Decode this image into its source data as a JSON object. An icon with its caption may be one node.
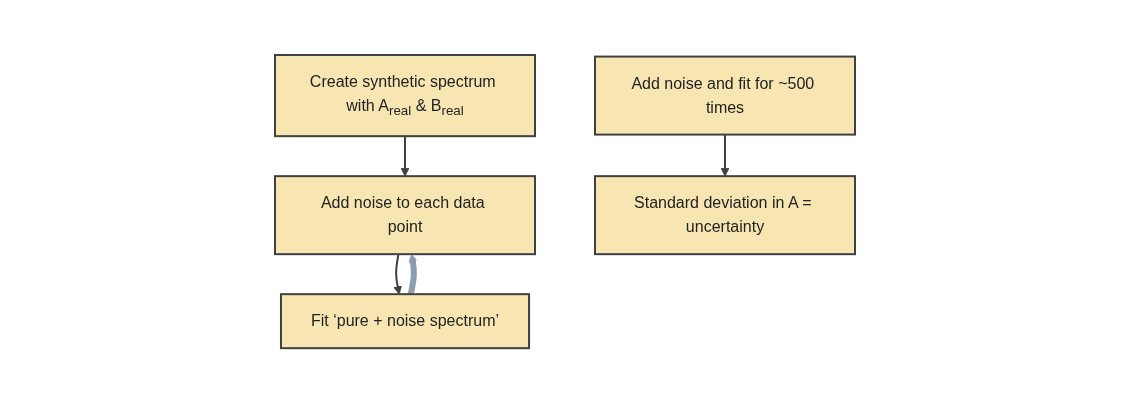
{
  "diagram": {
    "nodes": [
      {
        "text": [
          "Create synthetic spectrum with A$_{real}$ & B$_{real}$"
        ]
      },
      {
        "text": [
          "Add noise to each data point"
        ]
      },
      {
        "text": [
          "Fit ‘pure + noise spectrum’"
        ]
      },
      {
        "text": [
          "Add noise and fit for ~500 times"
        ]
      },
      {
        "text": [
          "Standard deviation in A = uncertainty"
        ]
      }
    ],
    "edges": [
      {
        "from": 0,
        "to": 1,
        "arrow": "to"
      },
      {
        "from": 1,
        "to": 2,
        "arrow": "to"
      },
      {
        "from": 2,
        "to": 1,
        "arrow": "to",
        "style": "thick",
        "color": "#8c9db0"
      },
      {
        "from": 3,
        "to": 4,
        "arrow": "to"
      }
    ]
  }
}
